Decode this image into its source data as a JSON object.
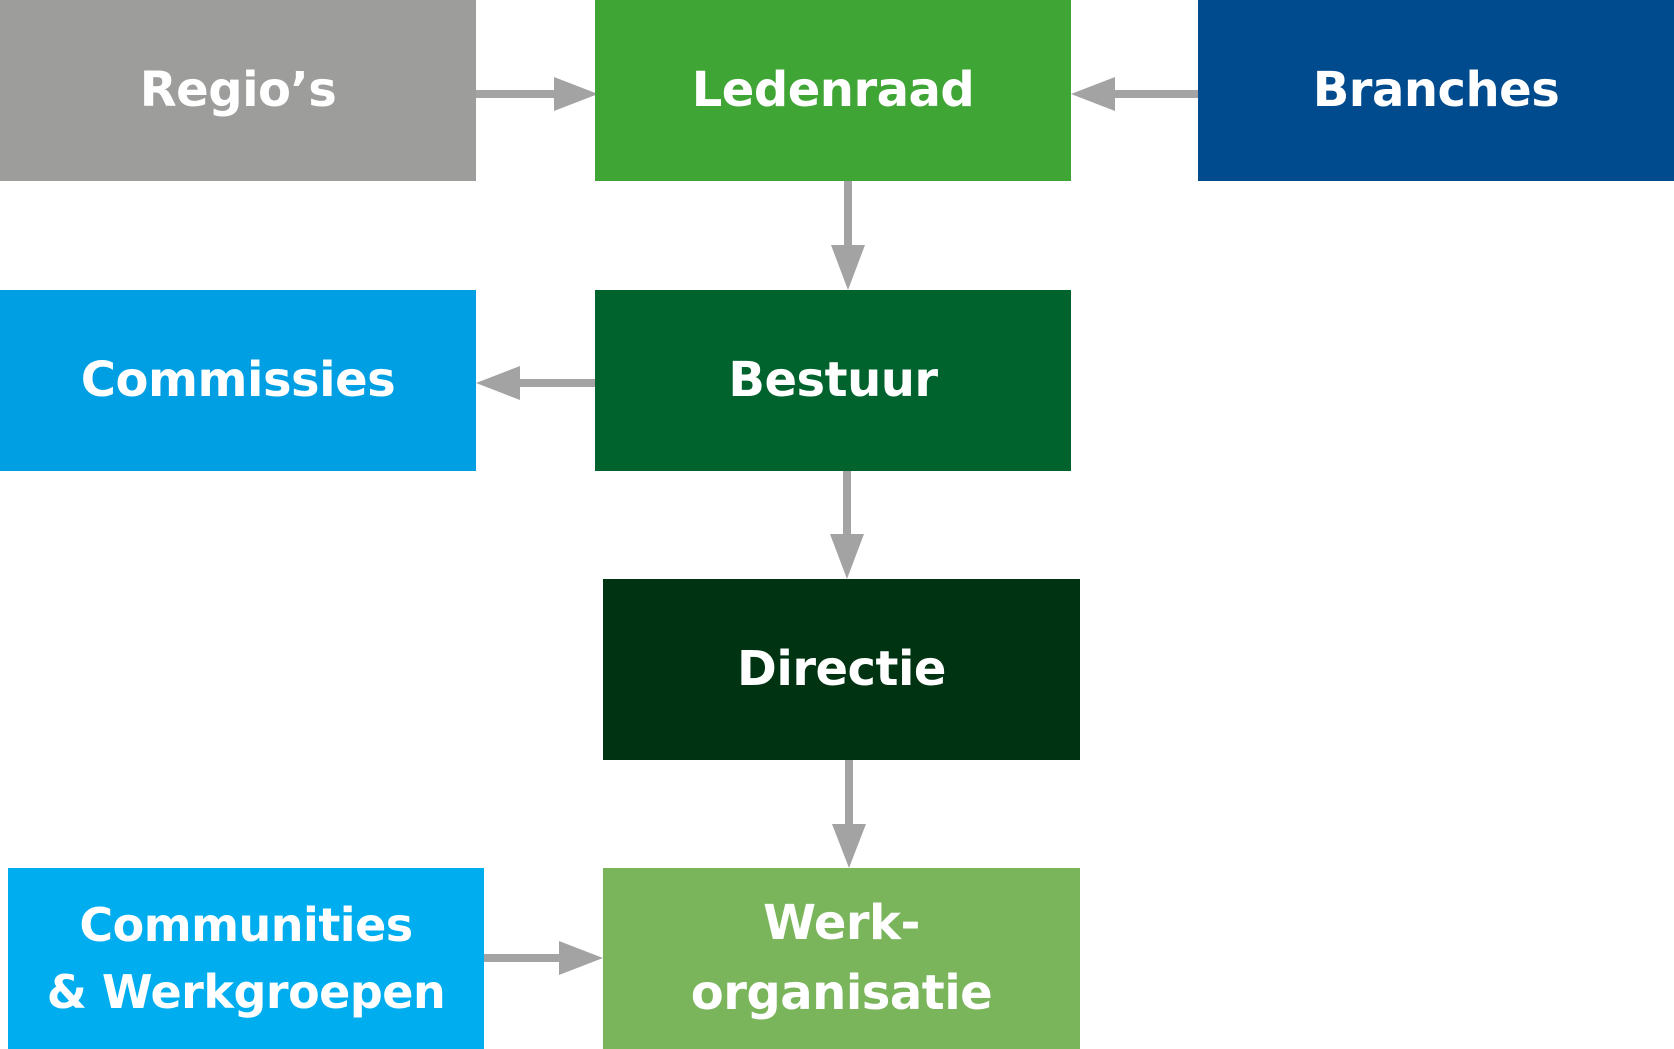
{
  "colors": {
    "regios": "#9d9d9c",
    "ledenraad": "#3fa535",
    "branches": "#004b8d",
    "commissies": "#009fe3",
    "bestuur": "#00622d",
    "directie": "#003312",
    "communities": "#00aeef",
    "werk": "#7ab55c",
    "connector": "#a3a3a3",
    "text": "#ffffff"
  },
  "nodes": {
    "regios": {
      "label": "Regio’s"
    },
    "ledenraad": {
      "label": "Ledenraad"
    },
    "branches": {
      "label": "Branches"
    },
    "commissies": {
      "label": "Commissies"
    },
    "bestuur": {
      "label": "Bestuur"
    },
    "directie": {
      "label": "Directie"
    },
    "communities": {
      "line1": "Communities",
      "line2": "& Werkgroepen"
    },
    "werkorganisatie": {
      "line1": "Werk-",
      "line2": "organisatie"
    }
  },
  "edges": [
    {
      "from": "regios",
      "to": "ledenraad"
    },
    {
      "from": "branches",
      "to": "ledenraad"
    },
    {
      "from": "ledenraad",
      "to": "bestuur"
    },
    {
      "from": "bestuur",
      "to": "commissies"
    },
    {
      "from": "bestuur",
      "to": "directie"
    },
    {
      "from": "directie",
      "to": "werkorganisatie"
    },
    {
      "from": "communities",
      "to": "werkorganisatie"
    }
  ]
}
